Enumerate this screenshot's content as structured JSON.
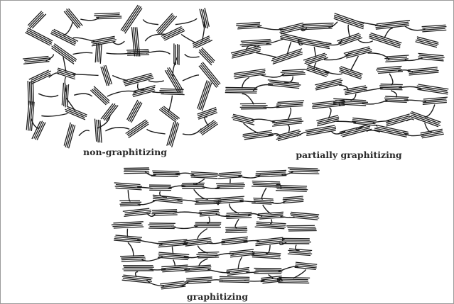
{
  "panels": {
    "non_graphitizing": {
      "caption": "non-graphitizing"
    },
    "partially_graphitizing": {
      "caption": "partially graphitizing"
    },
    "graphitizing": {
      "caption": "graphitizing"
    }
  },
  "colors": {
    "ink": "#1b1b1b",
    "frame": "#9a9a9a",
    "background": "#ffffff"
  }
}
